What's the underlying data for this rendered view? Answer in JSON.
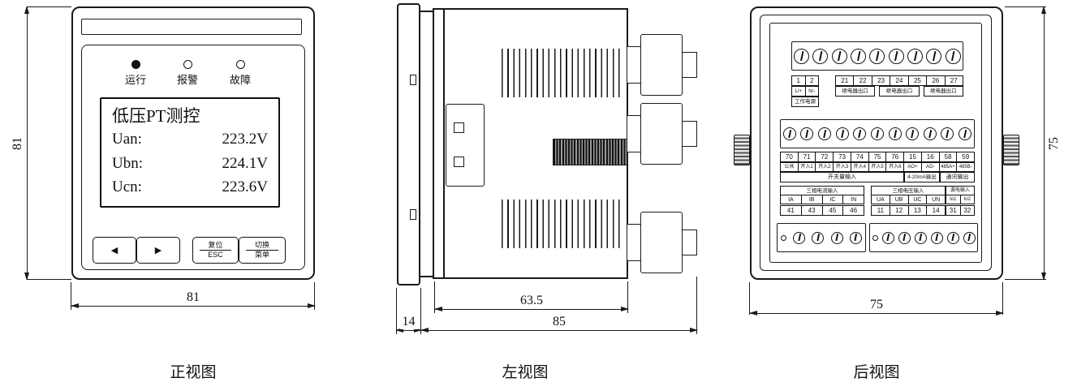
{
  "front": {
    "caption": "正视图",
    "dims": {
      "height": "81",
      "width": "81"
    },
    "leds": [
      {
        "label": "运行"
      },
      {
        "label": "报警"
      },
      {
        "label": "故障"
      }
    ],
    "lcd": {
      "title": "低压PT测控",
      "rows": [
        {
          "name": "Uan:",
          "value": "223.2V"
        },
        {
          "name": "Ubn:",
          "value": "224.1V"
        },
        {
          "name": "Ucn:",
          "value": "223.6V"
        }
      ]
    },
    "buttons": {
      "left": "◀",
      "right": "▶",
      "reset_top": "复位",
      "reset_bottom": "ESC",
      "menu_top": "切换",
      "menu_bottom": "菜单"
    }
  },
  "side": {
    "caption": "左视图",
    "dims": {
      "body_depth": "63.5",
      "bezel_depth": "14",
      "total_depth": "85"
    }
  },
  "rear": {
    "caption": "后视图",
    "dims": {
      "height": "75",
      "width": "75"
    },
    "power": {
      "numbers": [
        "1",
        "2"
      ],
      "polarity": [
        "L/+",
        "N/-"
      ],
      "label": "工作电源"
    },
    "relay": {
      "numbers": [
        "21",
        "22",
        "23",
        "24",
        "25",
        "26",
        "27"
      ],
      "boxes": [
        "继电器出口",
        "继电器出口",
        "继电器出口"
      ]
    },
    "io": {
      "numbers": [
        "70",
        "71",
        "72",
        "73",
        "74",
        "75",
        "76",
        "15",
        "16",
        "58",
        "59"
      ],
      "labels": [
        "公共",
        "开入1",
        "开入2",
        "开入3",
        "开入4",
        "开入5",
        "开入6",
        "AO+",
        "AO-",
        "485A+",
        "485B-"
      ],
      "groups": [
        "开关量输入",
        "4-20mA输出",
        "通讯输出"
      ]
    },
    "current": {
      "title": "三相电流输入",
      "channels": [
        "IA",
        "IB",
        "IC",
        "IN"
      ],
      "terminals": [
        "41",
        "43",
        "45",
        "46"
      ]
    },
    "voltage": {
      "title": "三相电压输入",
      "channels": [
        "UA",
        "UB",
        "UC",
        "UN"
      ],
      "terminals": [
        "11",
        "12",
        "13",
        "14"
      ]
    },
    "leakage": {
      "title": "漏电输入",
      "channels": [
        "Io1",
        "Io2"
      ],
      "terminals": [
        "31",
        "32"
      ]
    }
  }
}
